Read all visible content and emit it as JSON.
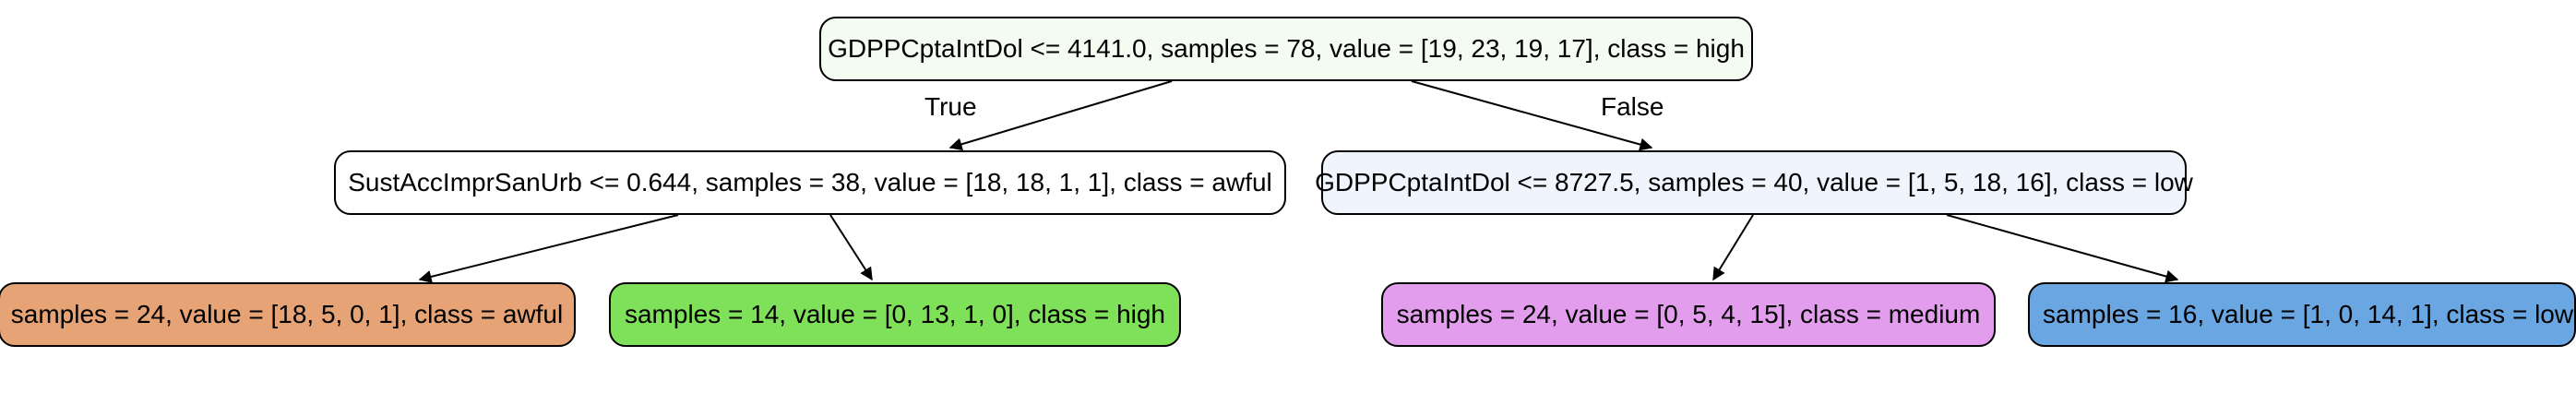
{
  "tree": {
    "root": {
      "label": "GDPPCptaIntDol <= 4141.0, samples = 78, value = [19, 23, 19, 17], class = high",
      "fill": "#f4fcf2"
    },
    "edges": {
      "true_label": "True",
      "false_label": "False"
    },
    "left": {
      "label": "SustAccImprSanUrb <= 0.644, samples = 38, value = [18, 18, 1, 1], class = awful",
      "fill": "#ffffff"
    },
    "right": {
      "label": "GDPPCptaIntDol <= 8727.5, samples = 40, value = [1, 5, 18, 16], class = low",
      "fill": "#f0f5fd"
    },
    "leaf_awful": {
      "label": "samples = 24, value = [18, 5, 0, 1], class = awful",
      "fill": "#e6a376"
    },
    "leaf_high": {
      "label": "samples = 14, value = [0, 13, 1, 0], class = high",
      "fill": "#7fe05a"
    },
    "leaf_medium": {
      "label": "samples = 24, value = [0, 5, 4, 15], class = medium",
      "fill": "#e39ded"
    },
    "leaf_low": {
      "label": "samples = 16, value = [1, 0, 14, 1], class = low",
      "fill": "#6aa6e2"
    }
  }
}
